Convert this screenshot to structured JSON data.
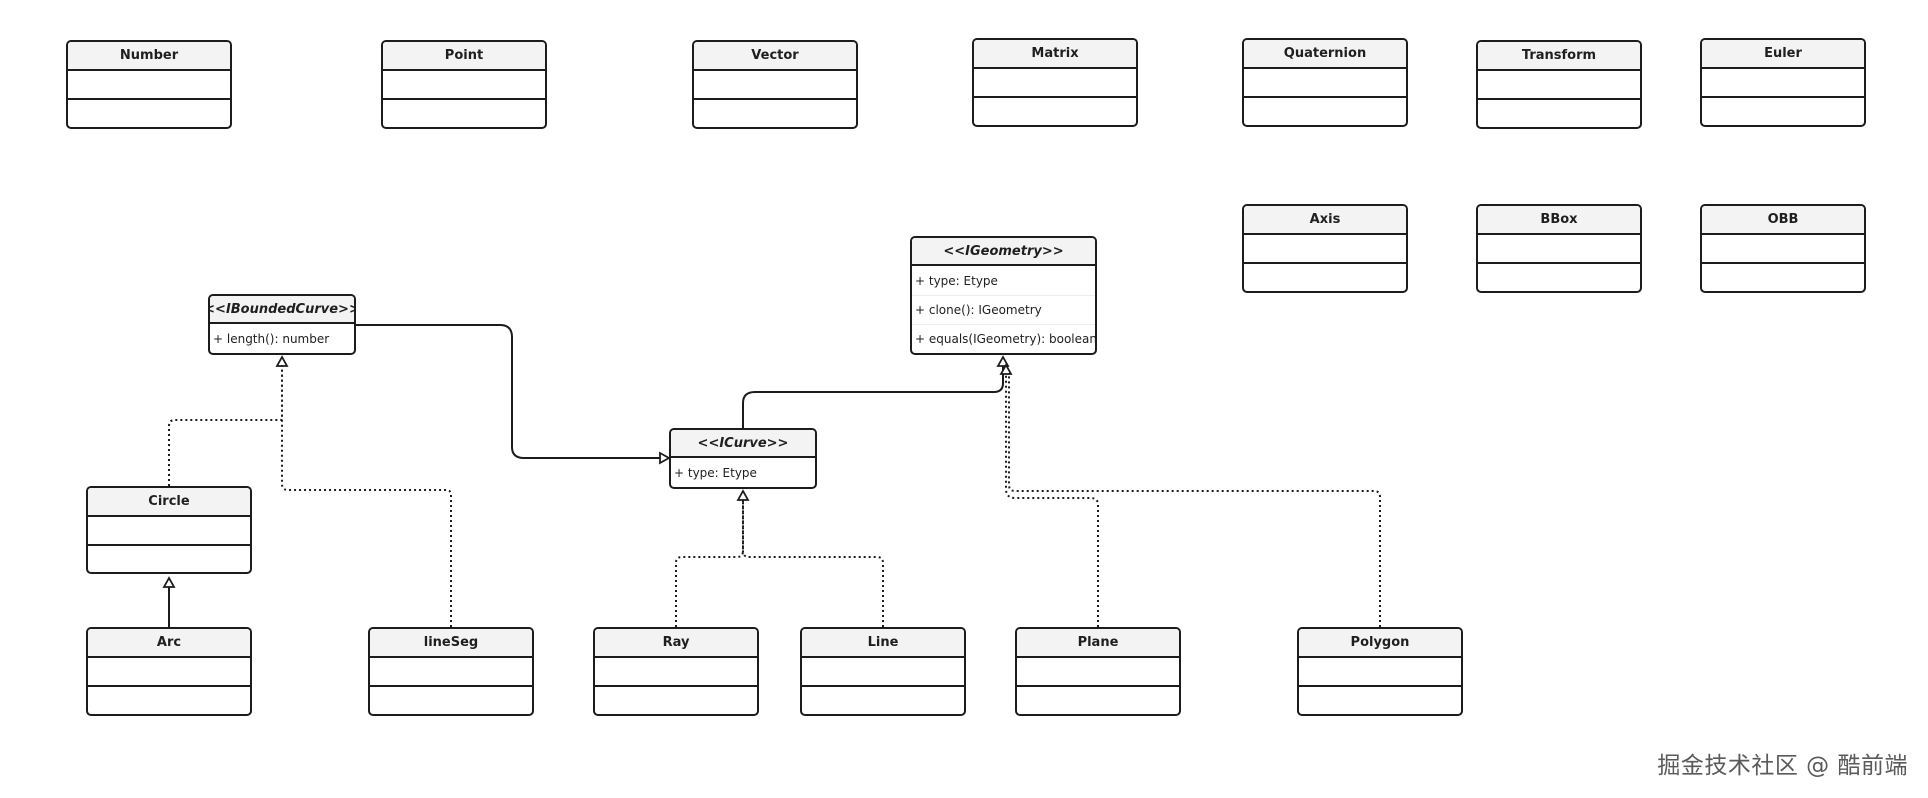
{
  "classes": [
    {
      "id": "number",
      "name": "Number",
      "members": [],
      "compartments": 2
    },
    {
      "id": "point",
      "name": "Point",
      "members": [],
      "compartments": 2
    },
    {
      "id": "vector",
      "name": "Vector",
      "members": [],
      "compartments": 2
    },
    {
      "id": "matrix",
      "name": "Matrix",
      "members": [],
      "compartments": 2
    },
    {
      "id": "quaternion",
      "name": "Quaternion",
      "members": [],
      "compartments": 2
    },
    {
      "id": "transform",
      "name": "Transform",
      "members": [],
      "compartments": 2
    },
    {
      "id": "euler",
      "name": "Euler",
      "members": [],
      "compartments": 2
    },
    {
      "id": "axis",
      "name": "Axis",
      "members": [],
      "compartments": 2
    },
    {
      "id": "bbox",
      "name": "BBox",
      "members": [],
      "compartments": 2
    },
    {
      "id": "obb",
      "name": "OBB",
      "members": [],
      "compartments": 2
    },
    {
      "id": "igeometry",
      "name": "<<IGeometry>>",
      "interface": true,
      "members": [
        "+ type: Etype",
        "+ clone(): IGeometry",
        "+ equals(IGeometry): boolean"
      ]
    },
    {
      "id": "iboundedcurve",
      "name": "<<IBoundedCurve>>",
      "interface": true,
      "members": [
        "+ length(): number"
      ]
    },
    {
      "id": "icurve",
      "name": "<<ICurve>>",
      "interface": true,
      "members": [
        "+ type: Etype"
      ]
    },
    {
      "id": "circle",
      "name": "Circle",
      "members": [],
      "compartments": 2
    },
    {
      "id": "arc",
      "name": "Arc",
      "members": [],
      "compartments": 2
    },
    {
      "id": "lineseg",
      "name": "lineSeg",
      "members": [],
      "compartments": 2
    },
    {
      "id": "ray",
      "name": "Ray",
      "members": [],
      "compartments": 2
    },
    {
      "id": "line",
      "name": "Line",
      "members": [],
      "compartments": 2
    },
    {
      "id": "plane",
      "name": "Plane",
      "members": [],
      "compartments": 2
    },
    {
      "id": "polygon",
      "name": "Polygon",
      "members": [],
      "compartments": 2
    }
  ],
  "relations": [
    {
      "id": "iboundedcurve-to-icurve",
      "from": "iboundedcurve",
      "to": "icurve",
      "style": "solid"
    },
    {
      "id": "icurve-to-igeometry",
      "from": "icurve",
      "to": "igeometry",
      "style": "solid"
    },
    {
      "id": "circle-to-iboundedcurve",
      "from": "circle",
      "to": "iboundedcurve",
      "style": "dotted"
    },
    {
      "id": "lineseg-to-iboundedcurve",
      "from": "lineseg",
      "to": "iboundedcurve",
      "style": "dotted"
    },
    {
      "id": "arc-to-circle",
      "from": "arc",
      "to": "circle",
      "style": "solid"
    },
    {
      "id": "ray-to-icurve",
      "from": "ray",
      "to": "icurve",
      "style": "dotted"
    },
    {
      "id": "line-to-icurve",
      "from": "line",
      "to": "icurve",
      "style": "dotted"
    },
    {
      "id": "plane-to-igeometry",
      "from": "plane",
      "to": "igeometry",
      "style": "dotted"
    },
    {
      "id": "polygon-to-igeometry",
      "from": "polygon",
      "to": "igeometry",
      "style": "dotted"
    }
  ],
  "watermark": "掘金技术社区 @ 酷前端"
}
